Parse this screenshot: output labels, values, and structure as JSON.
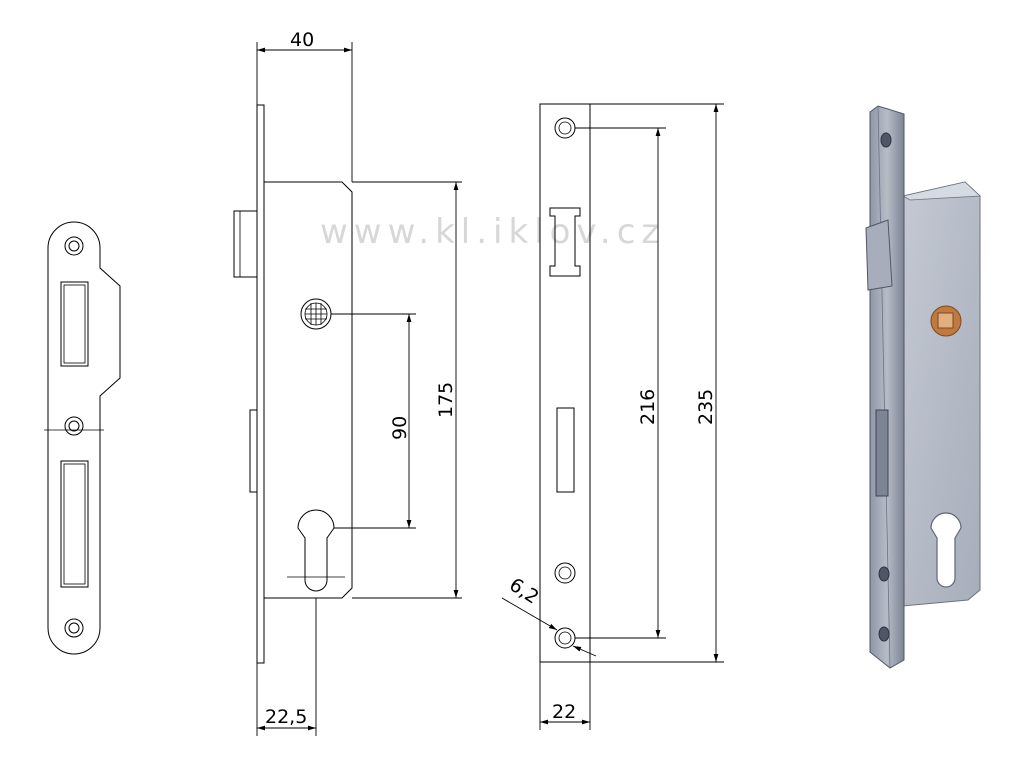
{
  "watermark": "www.kl.iklov.cz",
  "dimensions": {
    "body_depth": "40",
    "backset": "22,5",
    "lock_body_height": "175",
    "handle_to_cylinder": "90",
    "screw_spacing": "216",
    "faceplate_length": "235",
    "faceplate_width": "22",
    "screw_hole_diameter": "6,2"
  },
  "colors": {
    "line": "#000000",
    "watermark": "#d7d7d7",
    "steel_light": "#b7bcc7",
    "steel_mid": "#8f96a6",
    "steel_dark": "#5f6677",
    "follower": "#c07a3e"
  }
}
